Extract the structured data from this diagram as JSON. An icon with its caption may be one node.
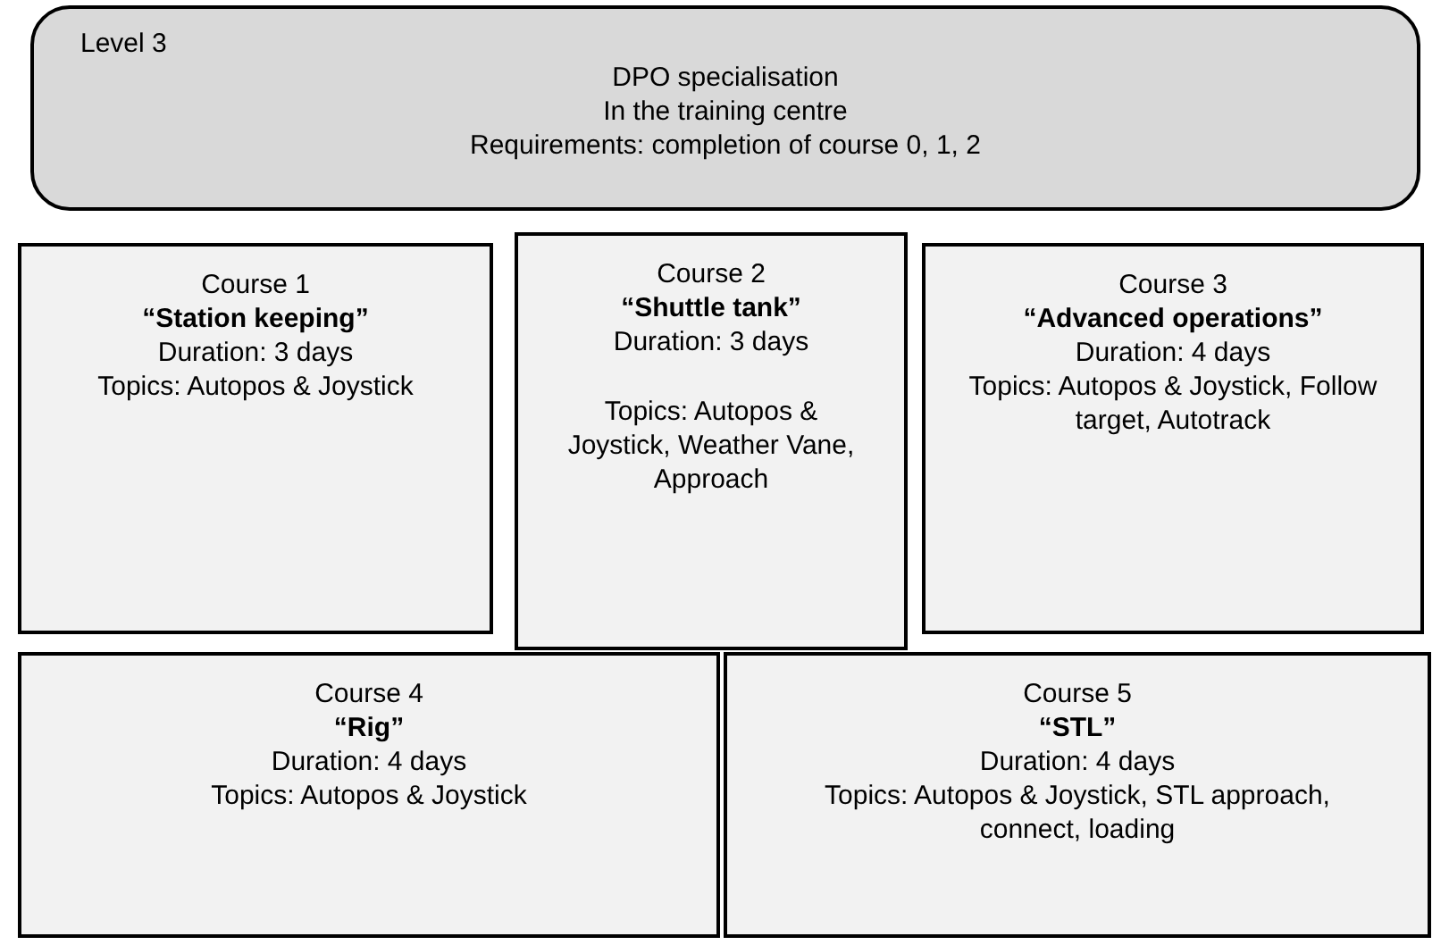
{
  "diagram": {
    "nodes": [
      {
        "text": [
          "Level 3",
          "DPO specialisation",
          "In the training centre",
          "Requirements: completion of course 0, 1, 2"
        ]
      },
      {
        "text": [
          "Course 1",
          "“Station keeping”",
          "Duration: 3 days",
          "Topics: Autopos & Joystick"
        ]
      },
      {
        "text": [
          "Course 2",
          "“Shuttle tank”",
          "Duration: 3 days",
          "Topics: Autopos & Joystick, Weather Vane, Approach"
        ]
      },
      {
        "text": [
          "Course 3",
          "“Advanced operations”",
          "Duration: 4 days",
          "Topics: Autopos & Joystick, Follow target, Autotrack"
        ]
      },
      {
        "text": [
          "Course 4",
          "“Rig”",
          "Duration: 4 days",
          "Topics: Autopos & Joystick"
        ]
      },
      {
        "text": [
          "Course 5",
          "“STL”",
          "Duration: 4 days",
          "Topics: Autopos & Joystick, STL approach, connect, loading"
        ]
      }
    ],
    "edges": []
  }
}
